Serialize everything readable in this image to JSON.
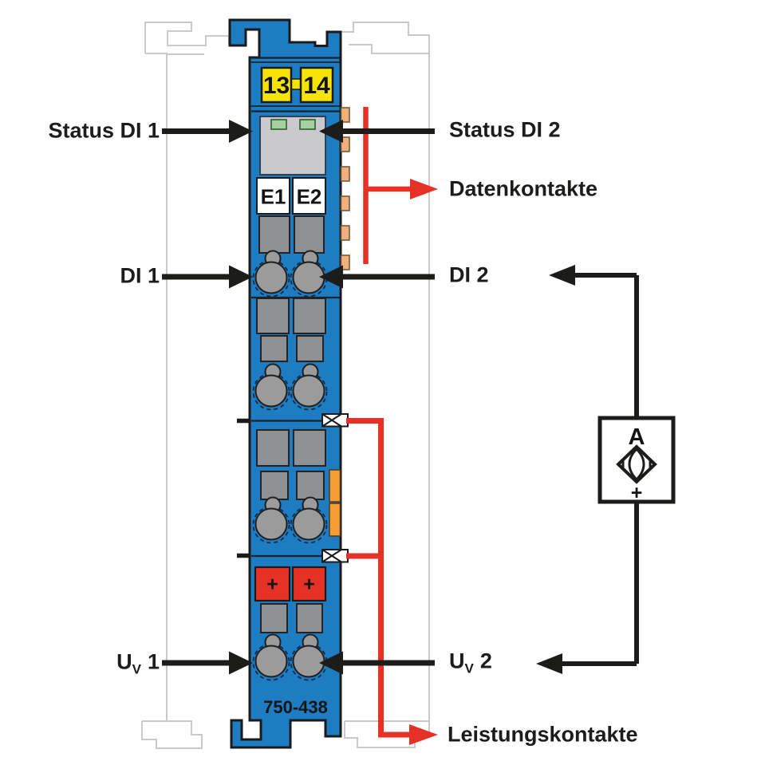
{
  "labels": {
    "status_di_1": "Status DI 1",
    "status_di_2": "Status DI 2",
    "datenkontakte": "Datenkontakte",
    "di_1": "DI 1",
    "di_2": "DI 2",
    "uv_1": {
      "base": "U",
      "sub": "V",
      "num": "1"
    },
    "uv_2": {
      "base": "U",
      "sub": "V",
      "num": "2"
    },
    "leistungskontakte": "Leistungskontakte"
  },
  "module": {
    "part_number": "750-438",
    "marking_labels": [
      "13",
      "14"
    ],
    "channel_labels": [
      "E1",
      "E2"
    ],
    "power_jumper_plus": [
      "+",
      "+"
    ]
  },
  "supply_symbol": {
    "letter": "A",
    "polarity": "+"
  },
  "colors": {
    "module_blue": "#1e7dc2",
    "marking_yellow": "#f5e405",
    "signal_red": "#e63127",
    "data_contact_orange": "#f2b17a",
    "latch_orange": "#f59d33",
    "led_green": "#a6d0a0",
    "neighbor_outline_gray": "#c9c9c9",
    "line_black": "#1c1c1a"
  }
}
